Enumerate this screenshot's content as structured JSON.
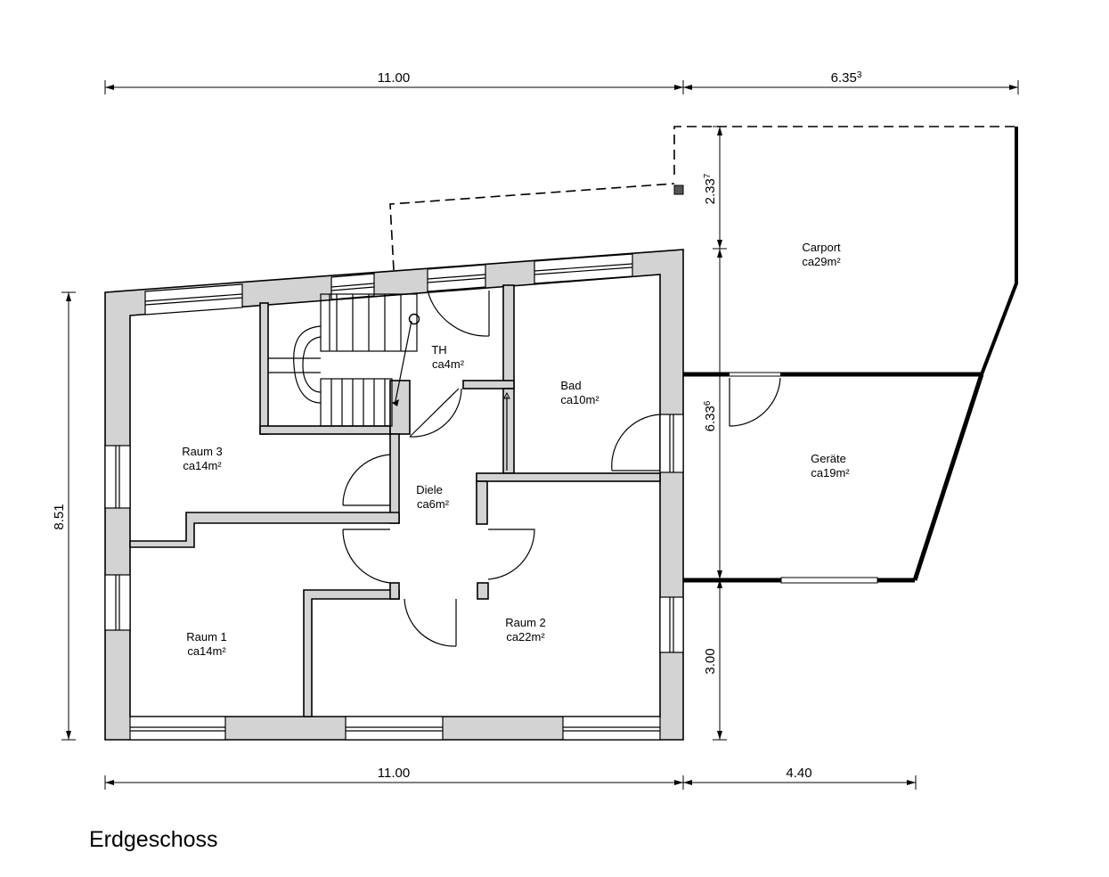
{
  "title": "Erdgeschoss",
  "dimensions": {
    "top_left": "11.00",
    "top_right_main": "6.35",
    "top_right_sup": "3",
    "bottom_left": "11.00",
    "bottom_right": "4.40",
    "left_height": "8.51",
    "carport_depth_main": "2.33",
    "carport_depth_sup": "7",
    "geraete_depth_main": "6.33",
    "geraete_depth_sup": "6",
    "lower_depth": "3.00"
  },
  "rooms": {
    "th": {
      "name": "TH",
      "area": "ca4m²"
    },
    "bad": {
      "name": "Bad",
      "area": "ca10m²"
    },
    "raum3": {
      "name": "Raum 3",
      "area": "ca14m²"
    },
    "diele": {
      "name": "Diele",
      "area": "ca6m²"
    },
    "raum1": {
      "name": "Raum 1",
      "area": "ca14m²"
    },
    "raum2": {
      "name": "Raum 2",
      "area": "ca22m²"
    },
    "carport": {
      "name": "Carport",
      "area": "ca29m²"
    },
    "geraete": {
      "name": "Geräte",
      "area": "ca19m²"
    }
  }
}
